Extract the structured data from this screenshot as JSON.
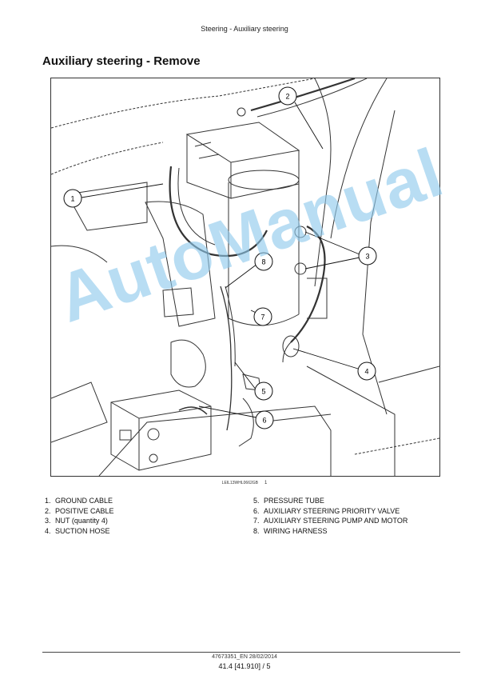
{
  "header": {
    "running_title": "Steering - Auxiliary steering"
  },
  "section": {
    "title": "Auxiliary steering - Remove"
  },
  "figure": {
    "callouts": [
      "1",
      "2",
      "3",
      "4",
      "5",
      "6",
      "7",
      "8"
    ],
    "image_code": "LEIL13WHL0662GB",
    "figure_number": "1"
  },
  "legend": {
    "left": [
      {
        "num": "1.",
        "text": "GROUND CABLE"
      },
      {
        "num": "2.",
        "text": "POSITIVE CABLE"
      },
      {
        "num": "3.",
        "text": "NUT (quantity 4)"
      },
      {
        "num": "4.",
        "text": "SUCTION HOSE"
      }
    ],
    "right": [
      {
        "num": "5.",
        "text": "PRESSURE TUBE"
      },
      {
        "num": "6.",
        "text": "AUXILIARY STEERING PRIORITY VALVE"
      },
      {
        "num": "7.",
        "text": "AUXILIARY STEERING PUMP AND MOTOR"
      },
      {
        "num": "8.",
        "text": "WIRING HARNESS"
      }
    ]
  },
  "watermark": {
    "text": "AutoManual",
    "color": "#8ec9ec"
  },
  "footer": {
    "doc_id": "47673351_EN 28/02/2014",
    "page_ref": "41.4 [41.910] / 5"
  }
}
